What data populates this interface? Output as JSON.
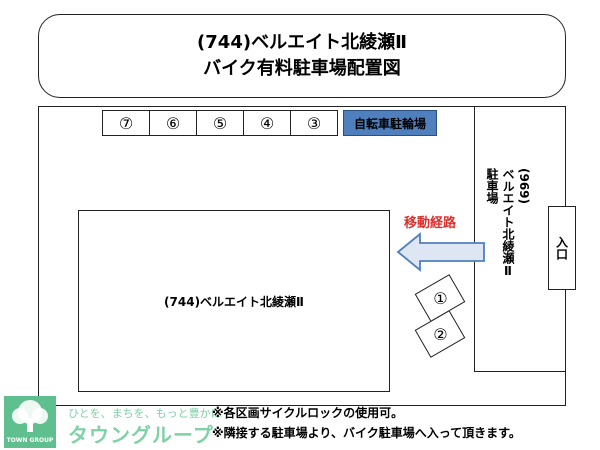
{
  "title": {
    "line1": "(744)ベルエイト北綾瀬Ⅱ",
    "line2": "バイク有料駐車場配置図"
  },
  "slots_row": [
    {
      "label": "⑦"
    },
    {
      "label": "⑥"
    },
    {
      "label": "⑤"
    },
    {
      "label": "④"
    },
    {
      "label": "③"
    }
  ],
  "bicycle_parking_label": "自転車駐輪場",
  "main_building_label": "(744)ベルエイト北綾瀬Ⅱ",
  "neighbor_parking_label": "(969)\nベルエイト北綾瀬Ⅱ\n駐車場",
  "entrance_label": "入口",
  "route_label": "移動経路",
  "moto_slots": [
    {
      "label": "①"
    },
    {
      "label": "②"
    }
  ],
  "notes": [
    "※各区画サイクルロックの使用可。",
    "※隣接する駐車場より、バイク駐車場へ入って頂きます。"
  ],
  "logo": {
    "tagline": "ひとを、まちを、もっと豊かに",
    "name": "タウングループ",
    "mark_text": "TOWN GROUP"
  },
  "colors": {
    "bicycle_parking": "#4f7fbd",
    "route": "#e0302e",
    "arrow_fill": "#dfe6f3",
    "arrow_stroke": "#4f7fbd",
    "logo": "#5fbf8f"
  }
}
